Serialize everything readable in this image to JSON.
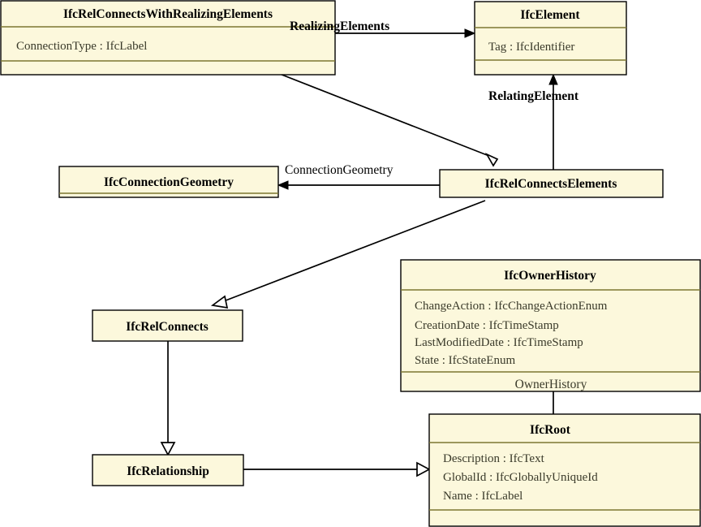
{
  "diagram": {
    "kind": "uml-class-diagram",
    "colors": {
      "class_fill": "#fcf8dc",
      "class_border": "#000000",
      "compartment_separator": "#7d7731",
      "edge": "#000000",
      "background": "#ffffff",
      "attribute_text": "#3a3a2a"
    },
    "classes": [
      {
        "id": "ifcrelconnectswithrealizingelements",
        "name": "IfcRelConnectsWithRealizingElements",
        "attributes": [
          "ConnectionType : IfcLabel"
        ],
        "has_empty_compartment": true
      },
      {
        "id": "ifcelement",
        "name": "IfcElement",
        "attributes": [
          "Tag : IfcIdentifier"
        ],
        "has_empty_compartment": true
      },
      {
        "id": "ifcconnectiongeometry",
        "name": "IfcConnectionGeometry",
        "attributes": [],
        "has_empty_compartment": true
      },
      {
        "id": "ifcrelconnectselements",
        "name": "IfcRelConnectsElements",
        "attributes": [],
        "has_empty_compartment": false
      },
      {
        "id": "ifcownerhistory",
        "name": "IfcOwnerHistory",
        "attributes": [
          "ChangeAction : IfcChangeActionEnum",
          "CreationDate : IfcTimeStamp",
          "LastModifiedDate : IfcTimeStamp",
          "State : IfcStateEnum"
        ],
        "has_empty_compartment": true
      },
      {
        "id": "ifcrelconnects",
        "name": "IfcRelConnects",
        "attributes": [],
        "has_empty_compartment": false
      },
      {
        "id": "ifcroot",
        "name": "IfcRoot",
        "attributes": [
          "Description : IfcText",
          "GlobalId : IfcGloballyUniqueId",
          "Name : IfcLabel"
        ],
        "has_empty_compartment": true
      },
      {
        "id": "ifcrelationship",
        "name": "IfcRelationship",
        "attributes": [],
        "has_empty_compartment": false
      }
    ],
    "edge_labels": {
      "realizing_elements": "RealizingElements",
      "relating_element": "RelatingElement",
      "connection_geometry": "ConnectionGeometry",
      "owner_history": "OwnerHistory"
    },
    "relationships": [
      {
        "id": "rel-realizing-elements",
        "from": "IfcRelConnectsWithRealizingElements",
        "to": "IfcElement",
        "label": "RealizingElements",
        "type": "association"
      },
      {
        "id": "rel-relating-element",
        "from": "IfcRelConnectsElements",
        "to": "IfcElement",
        "label": "RelatingElement",
        "type": "association"
      },
      {
        "id": "rel-connection-geometry",
        "from": "IfcRelConnectsElements",
        "to": "IfcConnectionGeometry",
        "label": "ConnectionGeometry",
        "type": "association"
      },
      {
        "id": "rel-owner-history",
        "from": "IfcRoot",
        "to": "IfcOwnerHistory",
        "label": "OwnerHistory",
        "type": "association"
      },
      {
        "id": "gen-realizing-to-connects-elements",
        "from": "IfcRelConnectsWithRealizingElements",
        "to": "IfcRelConnectsElements",
        "label": "",
        "type": "generalization"
      },
      {
        "id": "gen-connects-elements-to-rel-connects",
        "from": "IfcRelConnectsElements",
        "to": "IfcRelConnects",
        "label": "",
        "type": "generalization"
      },
      {
        "id": "gen-rel-connects-to-relationship",
        "from": "IfcRelConnects",
        "to": "IfcRelationship",
        "label": "",
        "type": "generalization"
      },
      {
        "id": "gen-relationship-to-root",
        "from": "IfcRelationship",
        "to": "IfcRoot",
        "label": "",
        "type": "generalization"
      }
    ]
  }
}
